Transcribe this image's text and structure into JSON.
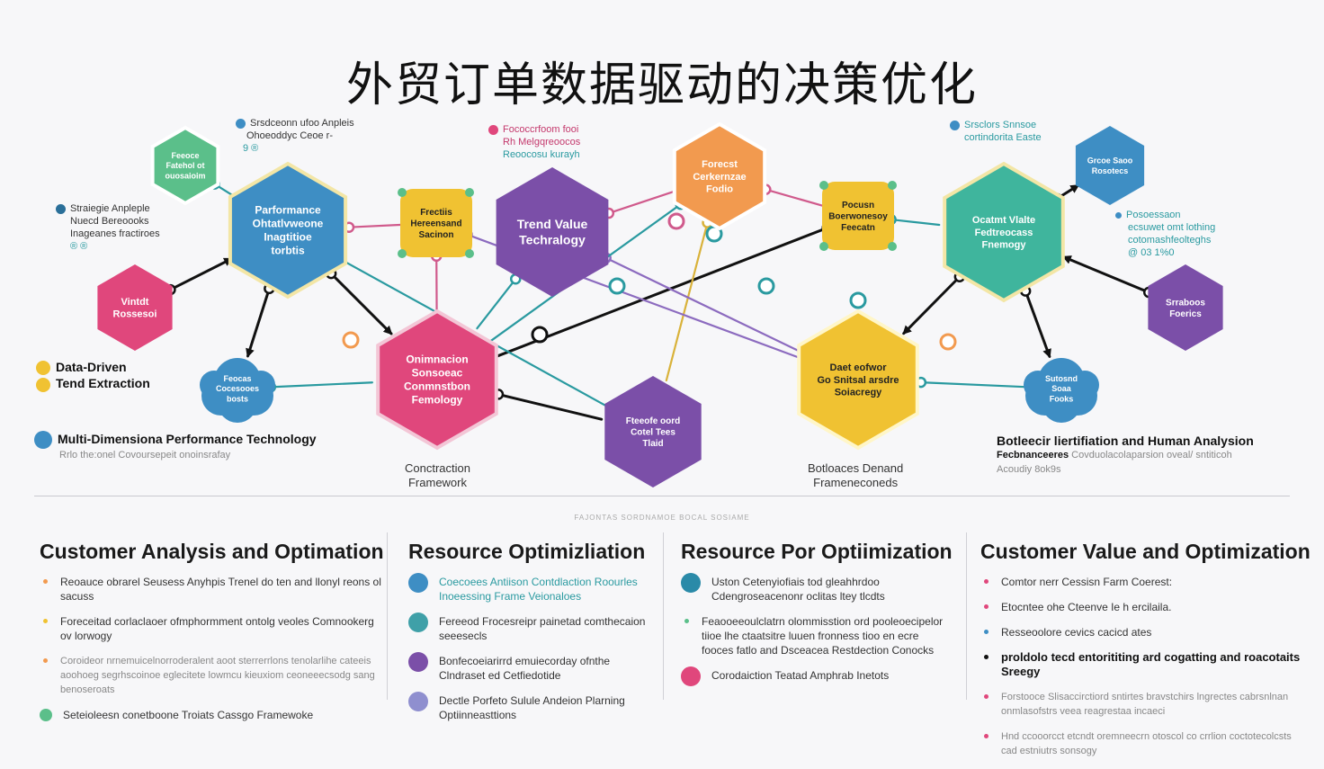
{
  "title": "外贸订单数据驱动的决策优化",
  "colors": {
    "blue": "#3e8ec4",
    "purple": "#7b4fa8",
    "pink": "#e0477c",
    "yellow": "#f0c232",
    "orange": "#f29a4f",
    "teal": "#3fb59d",
    "green": "#5bbf8a",
    "line_teal": "#2a9aa0",
    "line_pink": "#d05a8c",
    "line_purple": "#8c6bbf",
    "line_yellow": "#d9b23a",
    "line_black": "#111111"
  },
  "nodes": {
    "n_green_small": {
      "label": [
        "Feeoce",
        "Fatehol ot",
        "ouosaioim"
      ]
    },
    "n_blue_big": {
      "label": [
        "Parformance",
        "Ohtatlvweone",
        "Inagtitioe",
        "torbtis"
      ]
    },
    "n_yellow_left": {
      "label": [
        "Frectiis",
        "Hereensand",
        "Sacinon"
      ]
    },
    "n_purple_center": {
      "label": [
        "Trend Value",
        "Techralogy"
      ]
    },
    "n_orange": {
      "label": [
        "Forecst",
        "Cerkernzae",
        "Fodio"
      ]
    },
    "n_yellow_right": {
      "label": [
        "Pocusn",
        "Boerwonesoy",
        "Feecatn"
      ]
    },
    "n_teal_big": {
      "label": [
        "Ocatmt Vlalte",
        "Fedtreocass",
        "Fnemogy"
      ]
    },
    "n_blue_small_right": {
      "label": [
        "Grcoe Saoo",
        "Rosotecs"
      ]
    },
    "n_pink_small": {
      "label": [
        "Vintdt",
        "Rossesoi"
      ]
    },
    "n_pink_big": {
      "label": [
        "Onimnacion",
        "Sonsoeac",
        "Conmnstbon",
        "Femology"
      ]
    },
    "n_purple_bottom": {
      "label": [
        "Fteeofe oord",
        "Cotel Tees",
        "Tlaid"
      ]
    },
    "n_yellow_bottom": {
      "label": [
        "Daet eofwor",
        "Go Snitsal arsdre",
        "Soiacregy"
      ]
    },
    "n_purple_small_right": {
      "label": [
        "Srraboos",
        "Foerics"
      ]
    },
    "cloud_left": {
      "label": [
        "Feocas",
        "Cocesooes",
        "bosts"
      ]
    },
    "cloud_right": {
      "label": [
        "Sutosnd",
        "Soaa",
        "Fooks"
      ]
    }
  },
  "labels": {
    "top_left": [
      "Srsdceonn ufoo Anpleis",
      "Ohoeoddyc Ceoe r-",
      "9 ®"
    ],
    "left_strategic": [
      "Straiegie Anpleple",
      "Nuecd Bereoooks",
      "Inageanes fractiroes",
      "® ®"
    ],
    "top_center": [
      "Fococcrfoom fooi",
      "Rh Melgqreoocos",
      "Reoocosu kurayh"
    ],
    "top_right": [
      "Srsclors Snnsoe",
      "cortindorita Easte"
    ],
    "right_mid": [
      "Posoessaon",
      "ecsuwet omt lothing",
      "cotomashfeolteghs",
      "@ 03 1%0"
    ],
    "data_driven": [
      "Data-Driven",
      "Tend Extraction"
    ],
    "multi_dim": "Multi-Dimensiona Performance Technology",
    "multi_dim_sub": "Rrlo the:onel Covoursepeit onoinsrafay",
    "contraction": [
      "Conctraction",
      "Framework"
    ],
    "bottleneck_demand": [
      "Botloaces Denand",
      "Frameneconeds"
    ],
    "bottleneck_right": "Botleecir liertifiation and Human Analysion",
    "bottleneck_right_sub_bold": "Fecbnanceeres",
    "bottleneck_right_sub": "Covduolacolaparsion oveal/ sntiticoh",
    "bottleneck_right_sub2": "Acoudiy 8ok9s",
    "divider_caption": "FAJONTAS SORDNAMOE BOCAL SOSIAME"
  },
  "columns": [
    {
      "heading": "Customer Analysis and Optimation",
      "items": [
        {
          "text": "Reoauce obrarel Seusess Anyhpis Trenel do ten and llonyl reons ol sacuss",
          "bullet": "sm",
          "color": "#f29a4f"
        },
        {
          "text": "Foreceitad corlaclaoer ofmphormment ontolg veoles Comnookerg ov lorwogy",
          "bullet": "sm",
          "color": "#f0c232"
        },
        {
          "text": "Coroideor nrnemuicelnorroderalent aoot sterrerrlons tenolarlihe cateeis aoohoeg segrhscoinoe eglecitete lowmcu kieuxiom ceoneeecsodg sang benoseroats",
          "bullet": "sm",
          "color": "#f29a4f",
          "faint": true
        },
        {
          "text": "Seteioleesn conetboone Troiats Cassgo Framewoke",
          "bullet": "md",
          "color": "#5bbf8a"
        }
      ]
    },
    {
      "heading": "Resource Optimizliation",
      "items": [
        {
          "text": "Coecoees Antiison Contdlaction Roourles Inoeessing Frame Veionaloes",
          "bullet": "lg",
          "color": "#3e8ec4",
          "teal": true
        },
        {
          "text": "Fereeod Frocesreipr painetad comthecaion seeesecls",
          "bullet": "lg",
          "color": "#3fa0a8"
        },
        {
          "text": "Bonfecoeiarirrd emuiecorday ofnthe Clndraset ed Cetfiedotide",
          "bullet": "lg",
          "color": "#7b4fa8"
        },
        {
          "text": "Dectle Porfeto Sulule Andeion Plarning Optiinneasttions",
          "bullet": "lg",
          "color": "#8f8fcf"
        }
      ]
    },
    {
      "heading": "Resource Por Optiimization",
      "items": [
        {
          "text": "Uston Cetenyiofiais tod gleahhrdoo Cdengroseacenonr oclitas ltey tlcdts",
          "bullet": "lg",
          "color": "#2a8aa8"
        },
        {
          "text": "Feaooeeoulclatrn olommisstion ord pooleoecipelor tiioe lhe ctaatsitre luuen fronness tioo en ecre fooces fatlo and Dsceacea Restdection Conocks",
          "bullet": "sm",
          "color": "#5bbf8a"
        },
        {
          "text": "Corodaiction Teatad Amphrab Inetots",
          "bullet": "lg",
          "color": "#e0477c"
        }
      ]
    },
    {
      "heading": "Customer Value and Optimization",
      "items": [
        {
          "text": "Comtor nerr Cessisn Farm Coerest:",
          "bullet": "sm",
          "color": "#e0477c"
        },
        {
          "text": "Etocntee ohe Cteenve Ie h ercilaila.",
          "bullet": "sm",
          "color": "#e0477c"
        },
        {
          "text": "Resseoolore cevics cacicd ates",
          "bullet": "sm",
          "color": "#3e8ec4"
        },
        {
          "text": "proldolo tecd entorititing ard cogatting and roacotaits Sreegy",
          "bullet": "sm",
          "color": "#111111",
          "strong": true
        },
        {
          "text": "Forstooce Slisaccirctiord sntirtes bravstchirs lngrectes cabrsnlnan onmlasofstrs veea reagrestaa incaeci",
          "bullet": "sm",
          "color": "#e0477c",
          "faint": true
        },
        {
          "text": "Hnd ccooorcct etcndt oremneecrn otoscol co crrlion coctotecolcsts cad estniutrs sonsogy",
          "bullet": "sm",
          "color": "#e0477c",
          "faint": true
        }
      ]
    }
  ]
}
